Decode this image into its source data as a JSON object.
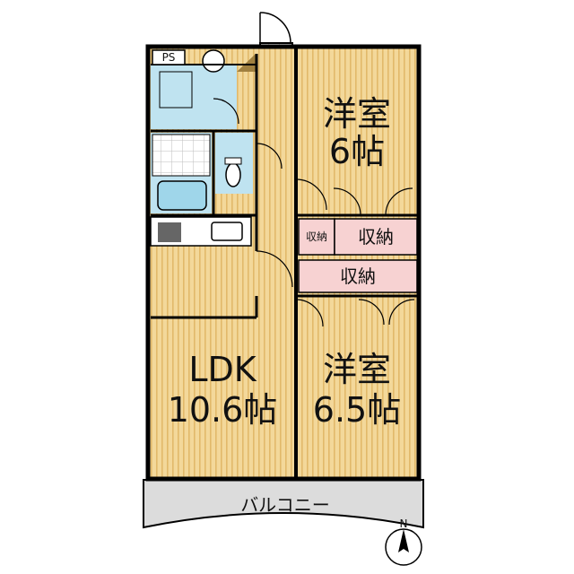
{
  "colors": {
    "floor": "#f3d89a",
    "floor_stripe": "#e2b96a",
    "wet_area": "#bfe3f0",
    "storage": "#f7d2d2",
    "wall": "#000000",
    "balcony": "#dcdcdc"
  },
  "rooms": {
    "bedroom_north": {
      "name": "洋室",
      "size": "6帖"
    },
    "bedroom_south": {
      "name": "洋室",
      "size": "6.5帖"
    },
    "ldk": {
      "name": "LDK",
      "size": "10.6帖"
    },
    "storage_small": "収納",
    "storage_north": "収納",
    "storage_south": "収納",
    "pipe_space": "PS",
    "balcony": "バルコニー"
  },
  "compass": {
    "label": "N"
  }
}
